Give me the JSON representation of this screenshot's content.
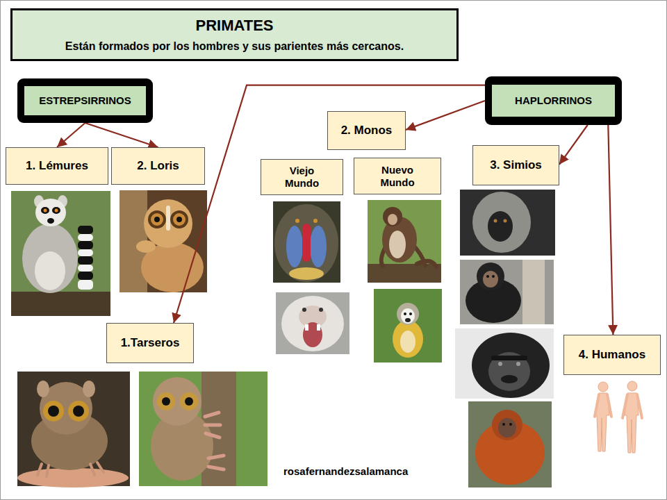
{
  "diagram": {
    "nodes": [
      {
        "text": [
          "PRIMATES",
          "Están formados por los hombres y sus parientes más cercanos."
        ]
      },
      {
        "text": [
          "ESTREPSIRRINOS"
        ]
      },
      {
        "text": [
          "HAPLORRINOS"
        ]
      },
      {
        "text": [
          "1. Lémures"
        ]
      },
      {
        "text": [
          "2. Loris"
        ]
      },
      {
        "text": [
          "2. Monos"
        ]
      },
      {
        "text": [
          "3. Simios"
        ]
      },
      {
        "text": [
          "Viejo Mundo"
        ]
      },
      {
        "text": [
          "Nuevo Mundo"
        ]
      },
      {
        "text": [
          "1.Tarseros"
        ]
      },
      {
        "text": [
          "4. Humanos"
        ]
      }
    ],
    "edges": [
      {
        "from": 1,
        "to": 3,
        "arrow": "to"
      },
      {
        "from": 1,
        "to": 4,
        "arrow": "to"
      },
      {
        "from": 2,
        "to": 9,
        "arrow": "to"
      },
      {
        "from": 2,
        "to": 5,
        "arrow": "to"
      },
      {
        "from": 2,
        "to": 6,
        "arrow": "to"
      },
      {
        "from": 2,
        "to": 10,
        "arrow": "to"
      }
    ],
    "labels": [
      "rosafernandezsalamanca"
    ]
  }
}
